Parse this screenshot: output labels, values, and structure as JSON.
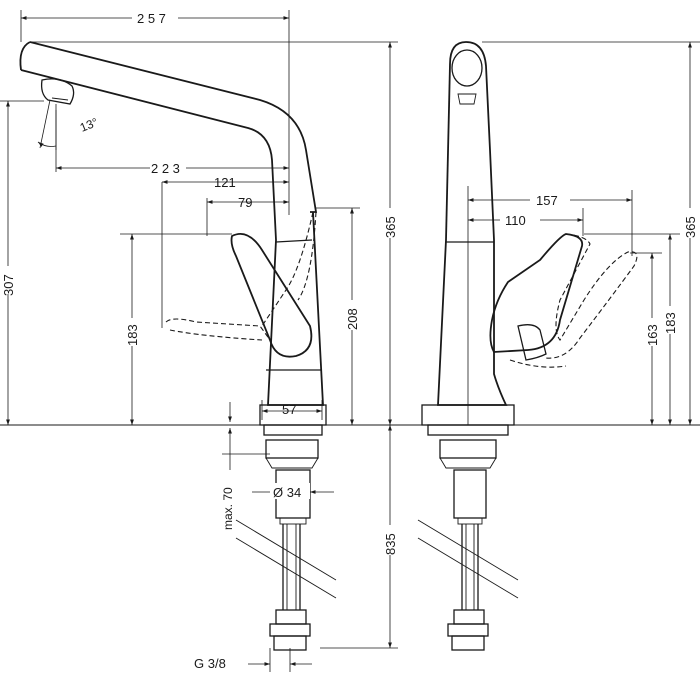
{
  "dimensions": {
    "d257": "2 5 7",
    "d223": "2 2 3",
    "d121": "121",
    "d79": "79",
    "d13deg": "13°",
    "d307": "307",
    "d183_left": "183",
    "d208": "208",
    "d365_left": "365",
    "d57": "57",
    "dmax70": "max. 70",
    "d34": "Ø 34",
    "d835": "835",
    "dG38": "G 3/8",
    "d157": "157",
    "d110": "110",
    "d163": "163",
    "d183_right": "183",
    "d365_right": "365"
  }
}
